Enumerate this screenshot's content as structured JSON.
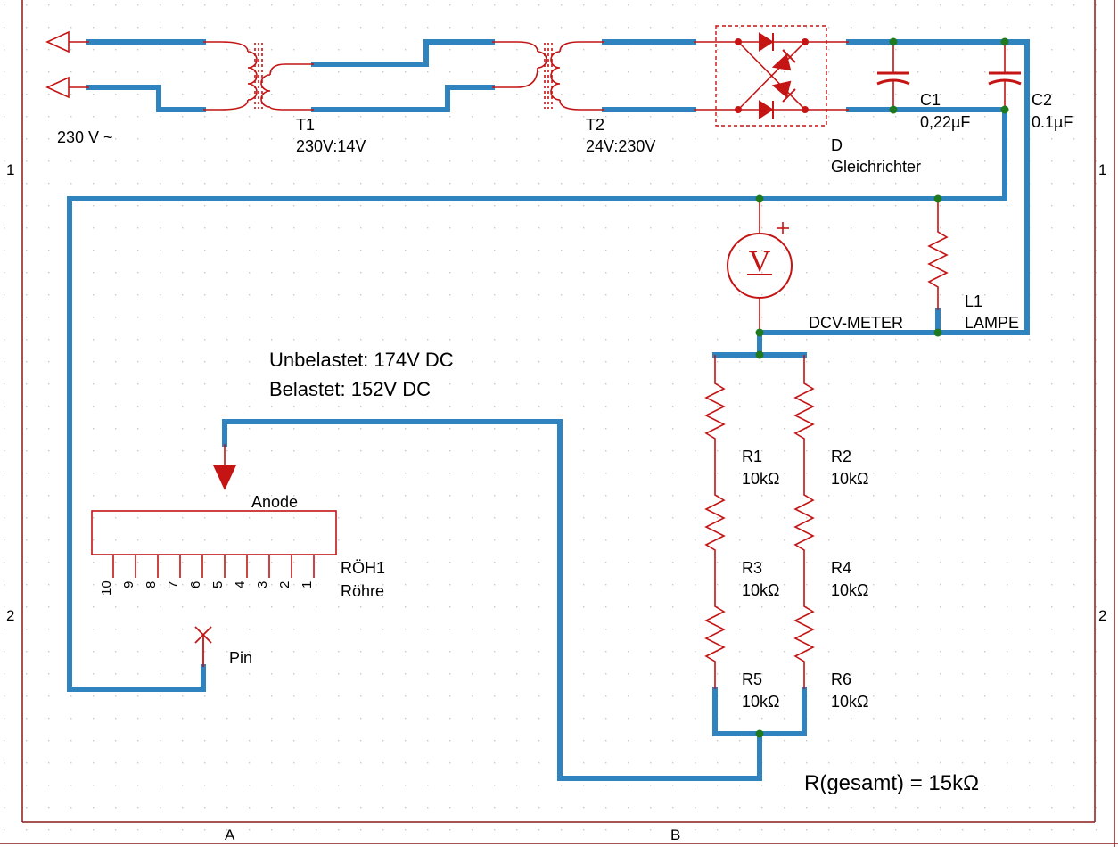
{
  "colors": {
    "wire": "#2f84c0",
    "component": "#c41414",
    "frame": "#8b1a1a",
    "junction": "#1f7a1f",
    "grid_dot": "#c9c9c9"
  },
  "frame": {
    "row_labels": [
      "1",
      "2"
    ],
    "column_labels": [
      "A",
      "B"
    ]
  },
  "source": {
    "label": "230 V ~"
  },
  "components": {
    "t1": {
      "ref": "T1",
      "value": "230V:14V"
    },
    "t2": {
      "ref": "T2",
      "value": "24V:230V"
    },
    "d": {
      "ref": "D",
      "value": "Gleichrichter"
    },
    "c1": {
      "ref": "C1",
      "value": "0,22µF"
    },
    "c2": {
      "ref": "C2",
      "value": "0.1µF"
    },
    "meter": {
      "ref": "DCV-METER",
      "symbol": "V",
      "polarity": "+"
    },
    "lamp": {
      "ref": "L1",
      "value": "LAMPE"
    },
    "r1": {
      "ref": "R1",
      "value": "10kΩ"
    },
    "r2": {
      "ref": "R2",
      "value": "10kΩ"
    },
    "r3": {
      "ref": "R3",
      "value": "10kΩ"
    },
    "r4": {
      "ref": "R4",
      "value": "10kΩ"
    },
    "r5": {
      "ref": "R5",
      "value": "10kΩ"
    },
    "r6": {
      "ref": "R6",
      "value": "10kΩ"
    },
    "tube": {
      "ref": "RÖH1",
      "value": "Röhre",
      "anode_label": "Anode",
      "pins": [
        "10",
        "9",
        "8",
        "7",
        "6",
        "5",
        "4",
        "3",
        "2",
        "1"
      ]
    },
    "pin": {
      "label": "Pin"
    }
  },
  "notes": {
    "line1": "Unbelastet: 174V DC",
    "line2": "Belastet: 152V DC",
    "total": "R(gesamt) = 15kΩ"
  }
}
